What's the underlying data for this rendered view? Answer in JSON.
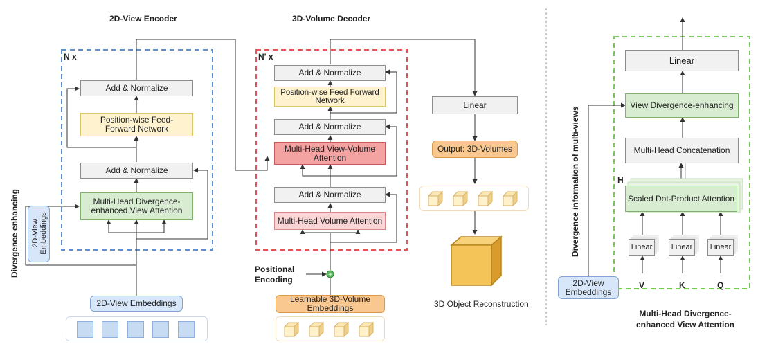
{
  "encoder": {
    "title": "2D-View Encoder",
    "repeat": "N x",
    "add_norm_top": "Add & Normalize",
    "ffn": "Position-wise Feed-Forward Network",
    "add_norm_bottom": "Add & Normalize",
    "attention": "Multi-Head Divergence-enhanced View Attention",
    "embeddings": "2D-View Embeddings",
    "side_embeddings": "2D-View Embeddings",
    "side_label": "Divergence enhancing",
    "tile_count": 5
  },
  "decoder": {
    "title": "3D-Volume Decoder",
    "repeat": "N' x",
    "add_norm_1": "Add & Normalize",
    "ffn": "Position-wise Feed Forward Network",
    "add_norm_2": "Add & Normalize",
    "view_volume_attention": "Multi-Head View-Volume Attention",
    "add_norm_3": "Add & Normalize",
    "volume_attention": "Multi-Head Volume Attention",
    "positional_encoding": "Positional Encoding",
    "learnable_embeddings": "Learnable 3D-Volume Embeddings",
    "cube_count": 4
  },
  "reconstruction": {
    "linear": "Linear",
    "output": "Output: 3D-Volumes",
    "caption": "3D Object Reconstruction",
    "cube_count": 4
  },
  "attention_detail": {
    "linear_top": "Linear",
    "divergence": "View Divergence-enhancing",
    "concat": "Multi-Head Concatenation",
    "heads_label": "H",
    "scaled_dot": "Scaled Dot-Product Attention",
    "linear_v": "Linear",
    "linear_k": "Linear",
    "linear_q": "Linear",
    "input_v": "V",
    "input_k": "K",
    "input_q": "Q",
    "embeddings": "2D-View Embeddings",
    "side_label": "Divergence information of multi-views",
    "caption_line1": "Multi-Head Divergence-",
    "caption_line2": "enhanced View Attention"
  },
  "colors": {
    "encoder_dashed": "#5b8fd6",
    "decoder_dashed": "#e05555",
    "detail_dashed": "#7ac75c"
  }
}
